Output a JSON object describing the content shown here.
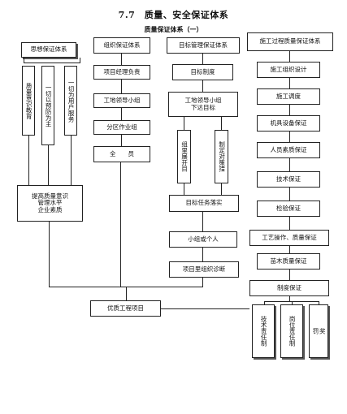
{
  "title": "7.7　质量、安全保证体系",
  "subtitle": "质量保证体系（一）",
  "col1": {
    "header": "思想保证体系",
    "items": [
      "质量意识教育",
      "一切以预防为主",
      "一切为用户服务"
    ],
    "result": "提高质量意识\n管理水平\n企业素质"
  },
  "col2": {
    "header": "组织保证体系",
    "items": [
      "项目经理负责",
      "工地领导小组",
      "分区作业组",
      "全　　员"
    ]
  },
  "col3": {
    "header": "目标管理保证体系",
    "items": [
      "目标制度",
      "工地领导小组\n下达目标"
    ],
    "sub_items": [
      "组里展开目",
      "制定对策措"
    ],
    "after": [
      "目标任务落实",
      "小组或个人",
      "项目里组织诊断"
    ]
  },
  "col4": {
    "header": "施工过程质量保证体系",
    "items": [
      "施工组织设计",
      "施工调度",
      "机具设备保证",
      "人员素质保证",
      "技术保证",
      "检验保证",
      "工艺操作、质量保证",
      "苗木质量保证"
    ],
    "system": "制度保证",
    "sub_items": [
      "技术责任制",
      "岗位责任制",
      "奖\n罚"
    ]
  },
  "result": "优质工程项目"
}
